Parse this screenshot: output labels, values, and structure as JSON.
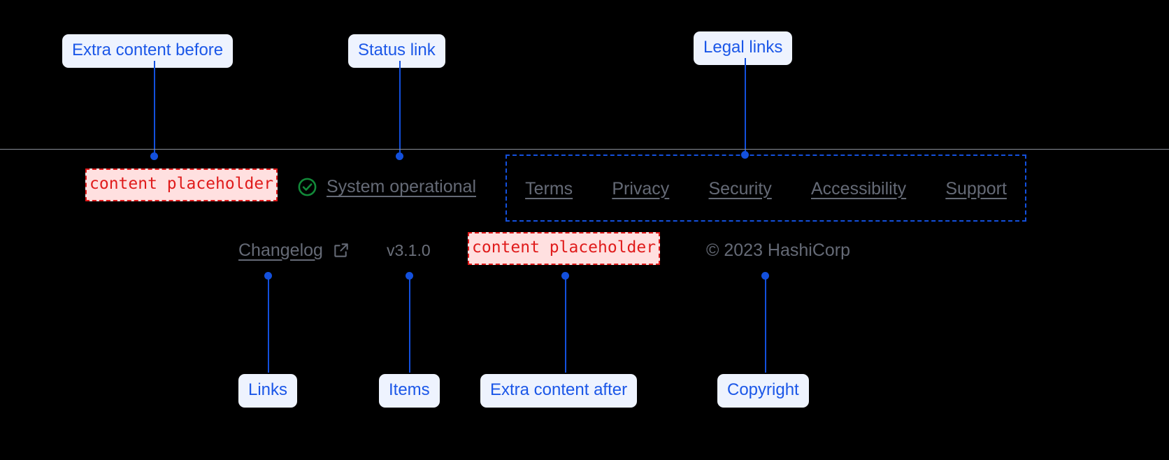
{
  "annotations": {
    "extra_before": "Extra content before",
    "status_link": "Status link",
    "legal_links": "Legal links",
    "links": "Links",
    "items": "Items",
    "extra_after": "Extra content after",
    "copyright": "Copyright"
  },
  "footer": {
    "placeholder_before": "content placeholder",
    "placeholder_after": "content placeholder",
    "status": {
      "icon": "check-circle-icon",
      "label": "System operational"
    },
    "legal": [
      {
        "label": "Terms"
      },
      {
        "label": "Privacy"
      },
      {
        "label": "Security"
      },
      {
        "label": "Accessibility"
      },
      {
        "label": "Support"
      }
    ],
    "changelog": {
      "label": "Changelog",
      "icon": "external-link-icon"
    },
    "version": "v3.1.0",
    "copyright": "© 2023 HashiCorp"
  },
  "colors": {
    "annotation_blue": "#1350dd",
    "annotation_bg": "#eef3fe",
    "placeholder_red": "#e01b1b",
    "placeholder_bg": "#ffe0e0",
    "link_gray": "#656a76",
    "status_green": "#128a39",
    "divider": "#8a8f98"
  }
}
